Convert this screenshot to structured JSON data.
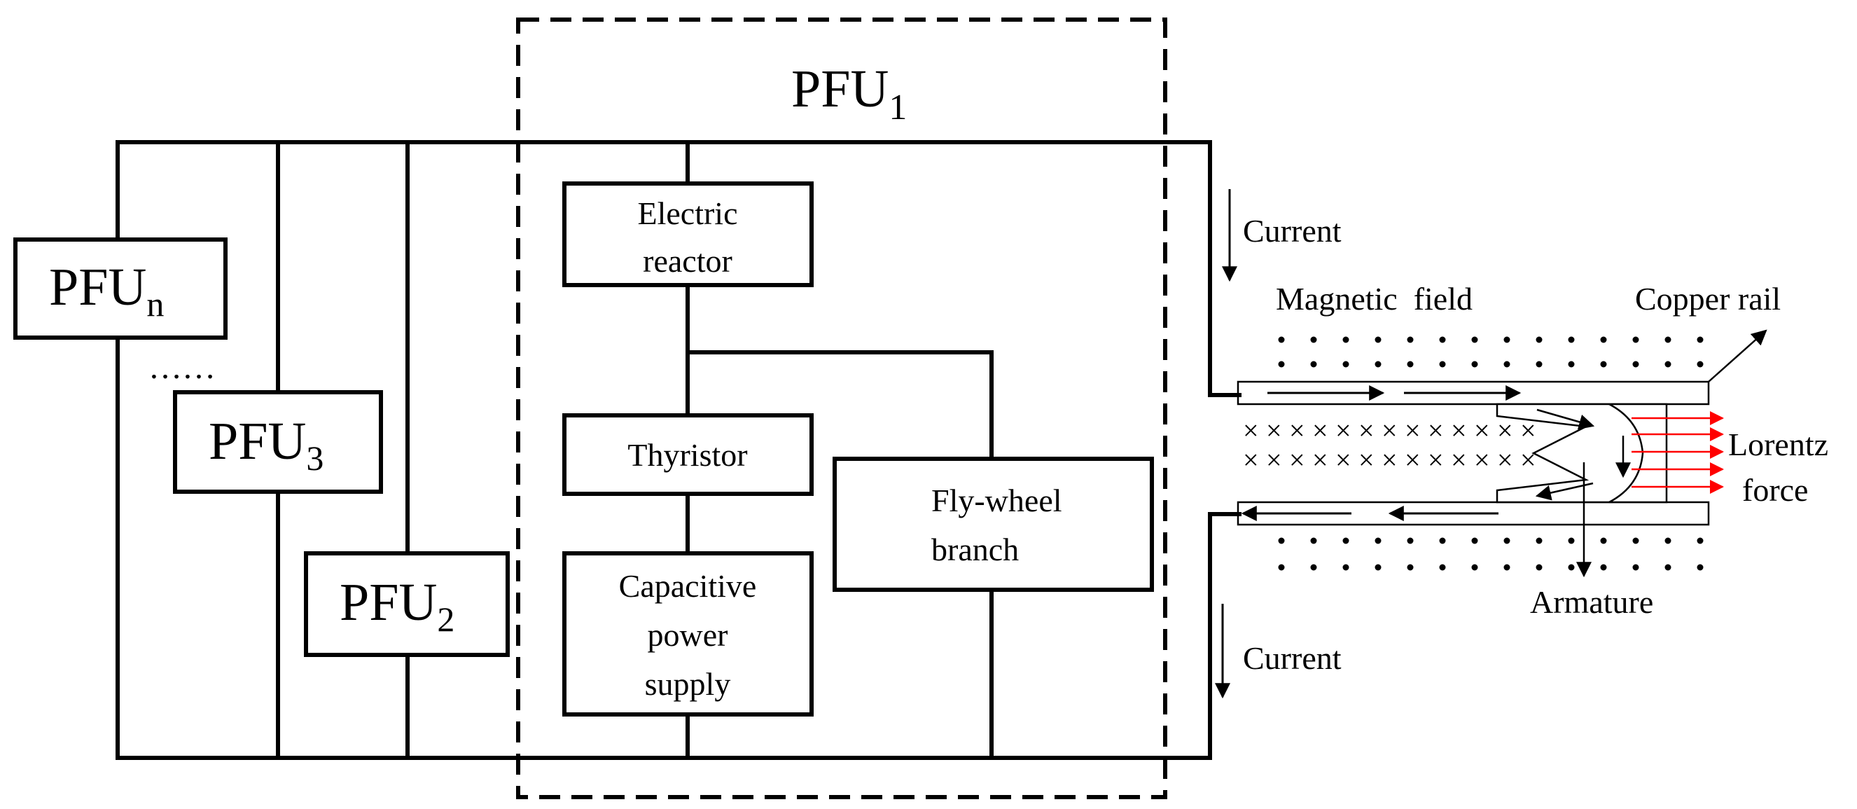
{
  "pfu_group": {
    "prefix": "PFU",
    "main_subscript": "1",
    "units": [
      {
        "subscript": "n"
      },
      {
        "subscript": "3"
      },
      {
        "subscript": "2"
      }
    ],
    "ellipsis": "……"
  },
  "components": {
    "electric_reactor": {
      "line1": "Electric",
      "line2": "reactor"
    },
    "thyristor": {
      "label": "Thyristor"
    },
    "capacitive_power_supply": {
      "line1": "Capacitive",
      "line2": "power",
      "line3": "supply"
    },
    "fly_wheel_branch": {
      "line1": "Fly-wheel",
      "line2": "branch"
    }
  },
  "railgun": {
    "current_top": "Current",
    "current_bottom": "Current",
    "magnetic_field": "Magnetic  field",
    "copper_rail": "Copper rail",
    "armature": "Armature",
    "lorentz_line1": "Lorentz",
    "lorentz_line2": "force",
    "field_cross_symbol": "×"
  },
  "colors": {
    "wire": "#000000",
    "lorentz_arrow": "#ff0000",
    "background": "#ffffff"
  }
}
